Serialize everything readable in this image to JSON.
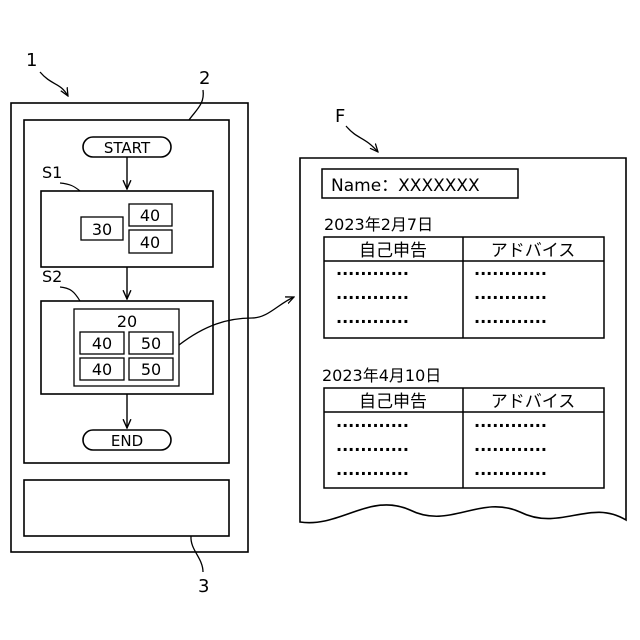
{
  "labels": {
    "device": "1",
    "screen": "2",
    "panel": "3",
    "form": "F",
    "step1": "S1",
    "step2": "S2"
  },
  "flow": {
    "start": "START",
    "end": "END",
    "step1": {
      "left": "30",
      "top": "40",
      "bottom": "40"
    },
    "step2": {
      "header": "20",
      "r1c1": "40",
      "r1c2": "50",
      "r2c1": "40",
      "r2c2": "50"
    }
  },
  "form": {
    "name_label": "Name：",
    "name_value": "XXXXXXX",
    "entries": [
      {
        "date": "2023年2月7日",
        "col1": "自己申告",
        "col2": "アドバイス",
        "dots": "············"
      },
      {
        "date": "2023年4月10日",
        "col1": "自己申告",
        "col2": "アドバイス",
        "dots": "············"
      }
    ]
  }
}
